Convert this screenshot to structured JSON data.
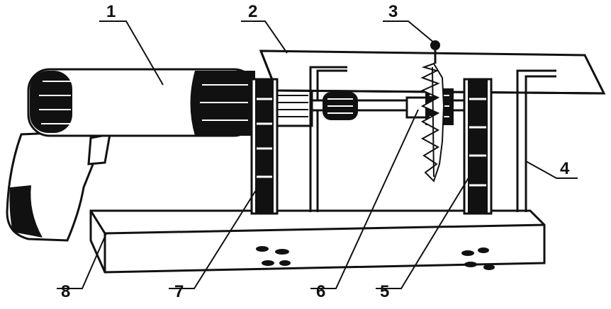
{
  "figure": {
    "callouts": [
      {
        "id": "1",
        "label": "1"
      },
      {
        "id": "2",
        "label": "2"
      },
      {
        "id": "3",
        "label": "3"
      },
      {
        "id": "4",
        "label": "4"
      },
      {
        "id": "5",
        "label": "5"
      },
      {
        "id": "6",
        "label": "6"
      },
      {
        "id": "7",
        "label": "7"
      },
      {
        "id": "8",
        "label": "8"
      }
    ],
    "colors": {
      "ink": "#111111",
      "paper": "#ffffff"
    }
  }
}
